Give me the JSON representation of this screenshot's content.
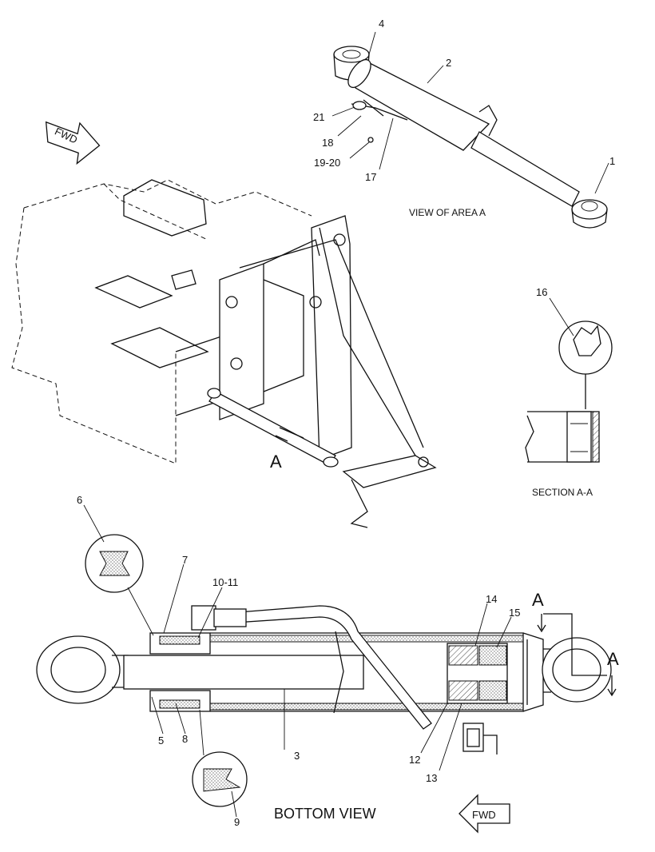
{
  "labels": {
    "callouts": [
      "1",
      "2",
      "4",
      "16",
      "17",
      "18",
      "19-20",
      "21",
      "6",
      "7",
      "10-11",
      "14",
      "15",
      "3",
      "5",
      "8",
      "9",
      "12",
      "13"
    ],
    "view_area_a": "VIEW OF AREA A",
    "section_aa": "SECTION A-A",
    "bottom_view": "BOTTOM VIEW",
    "fwd": "FWD",
    "section_marker": "A"
  },
  "icons": [
    "fwd-arrow-icon-top",
    "fwd-arrow-icon-bottom"
  ]
}
